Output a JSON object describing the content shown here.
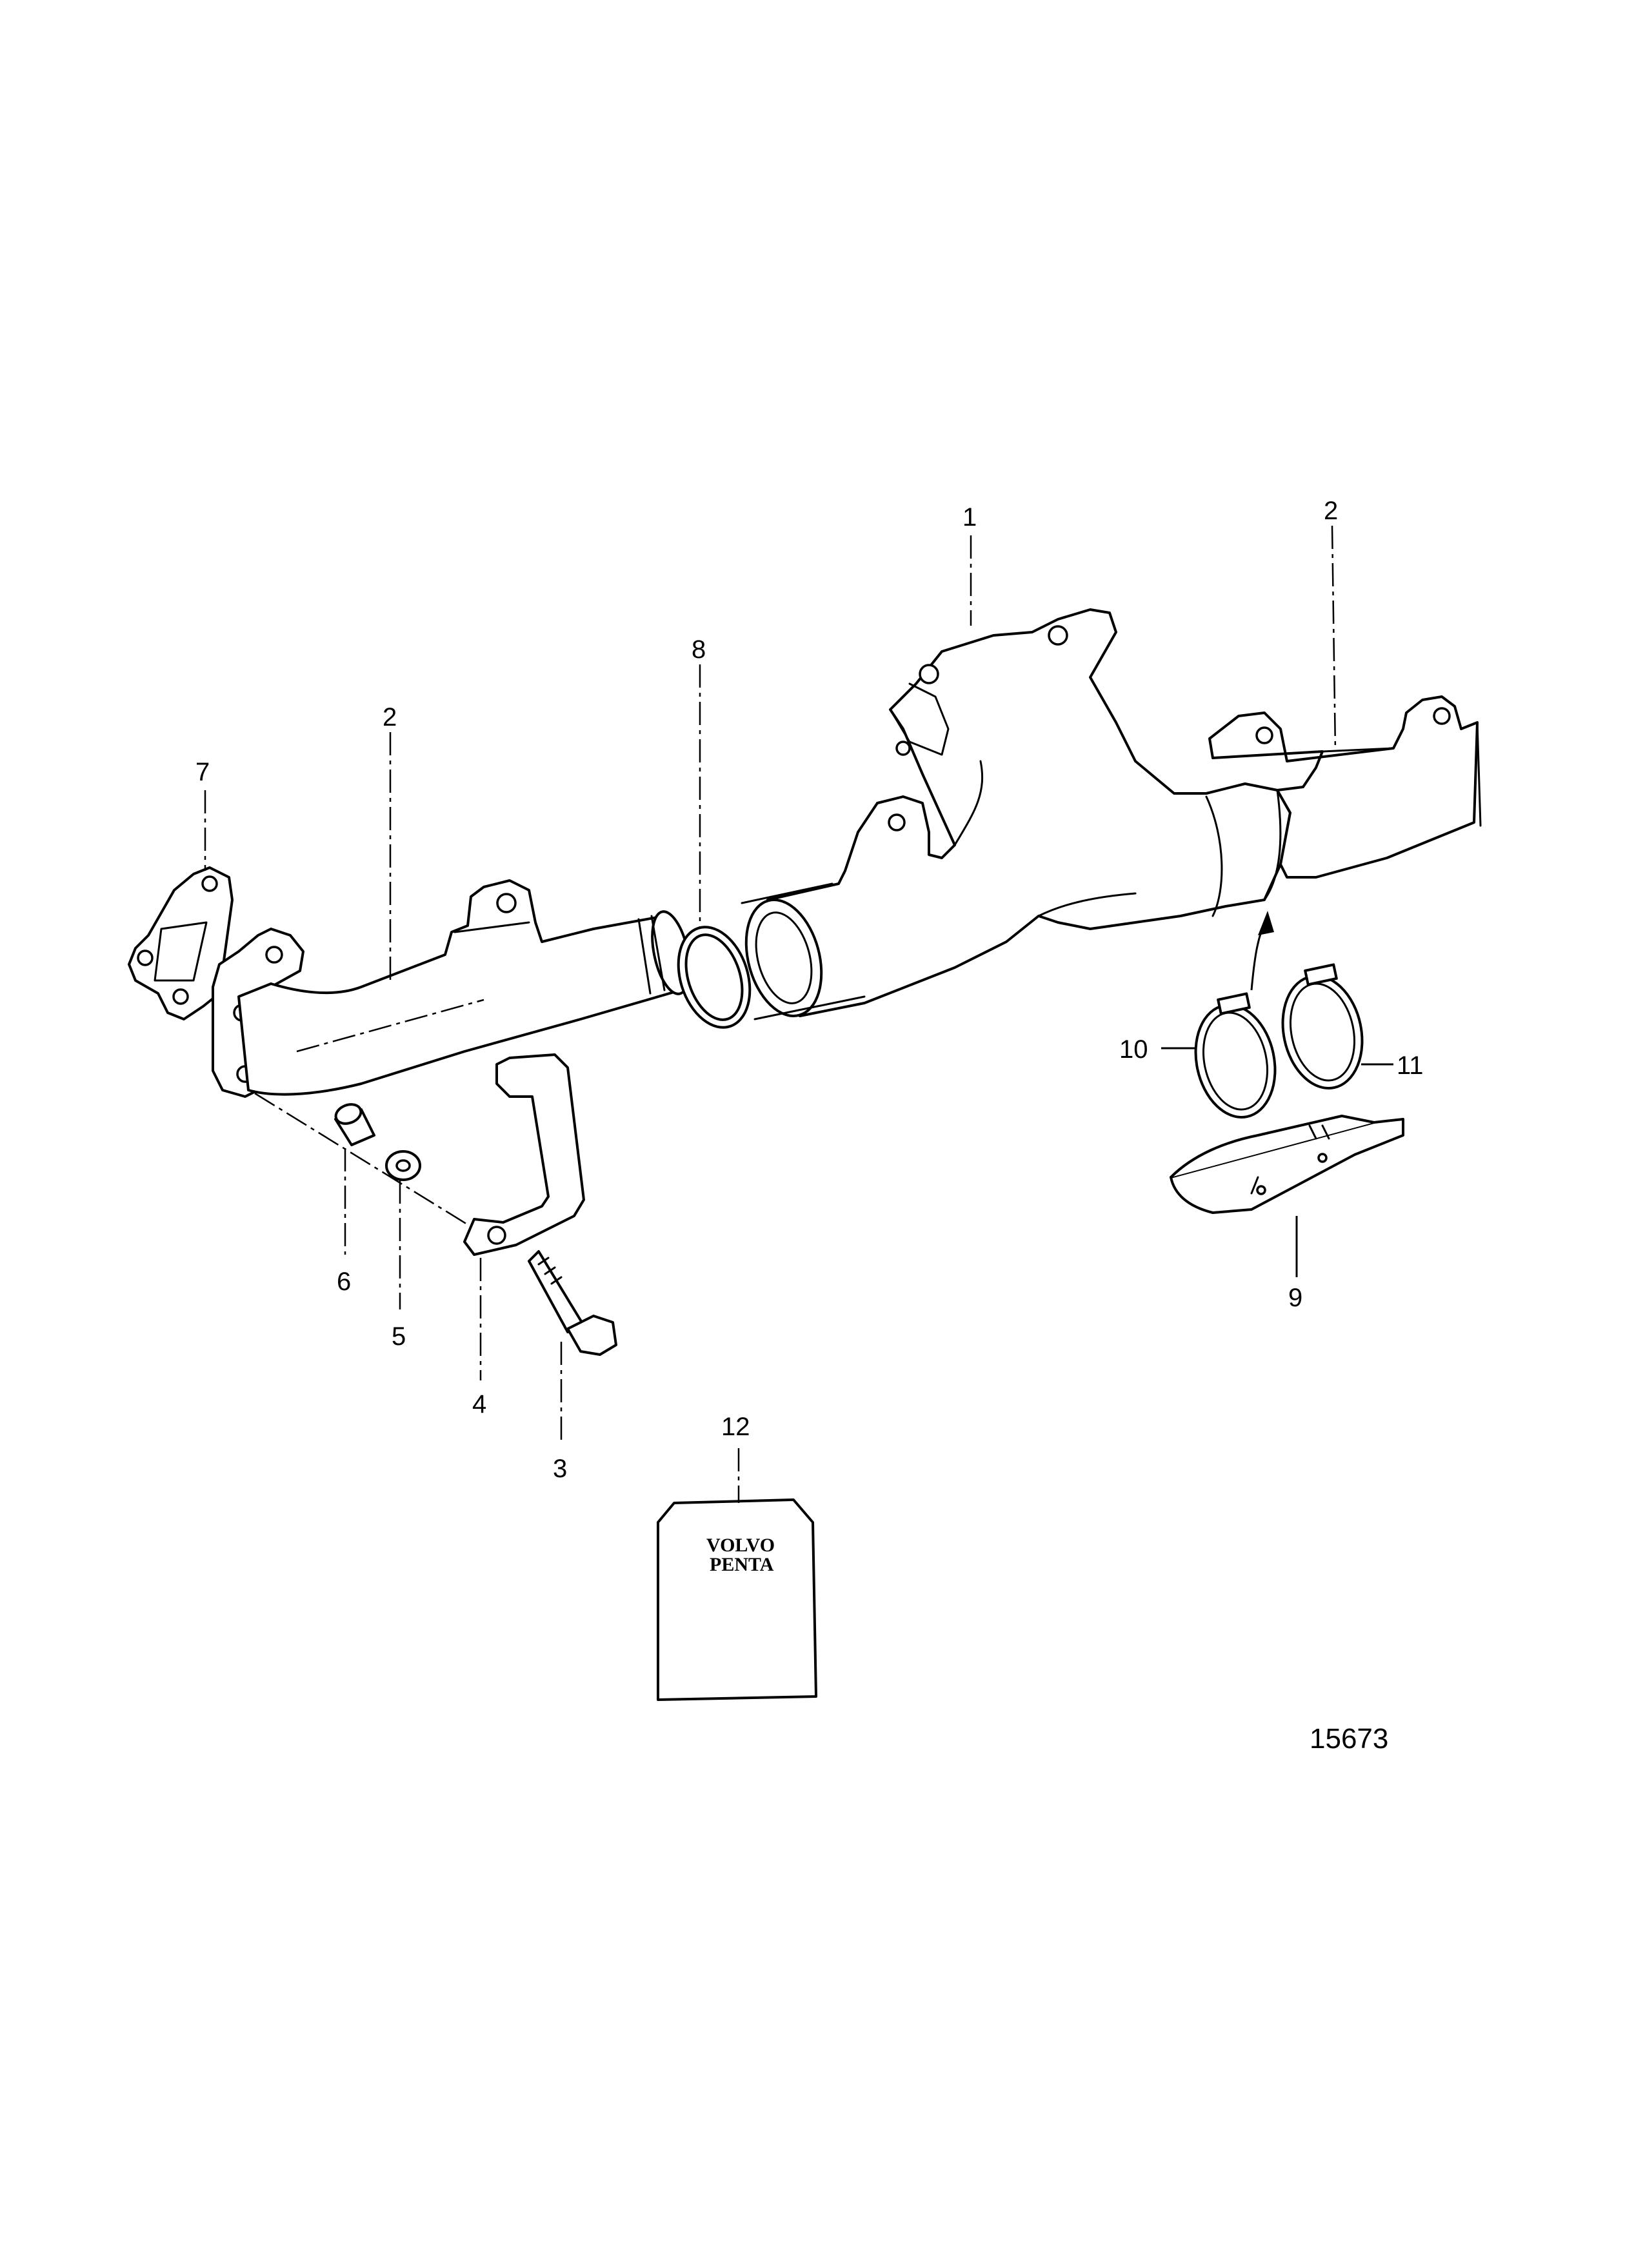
{
  "diagram": {
    "drawing_number": "15673",
    "callouts": [
      {
        "id": "item-1",
        "label": "1"
      },
      {
        "id": "item-2a",
        "label": "2"
      },
      {
        "id": "item-2b",
        "label": "2"
      },
      {
        "id": "item-3",
        "label": "3"
      },
      {
        "id": "item-4",
        "label": "4"
      },
      {
        "id": "item-5",
        "label": "5"
      },
      {
        "id": "item-6",
        "label": "6"
      },
      {
        "id": "item-7",
        "label": "7"
      },
      {
        "id": "item-8",
        "label": "8"
      },
      {
        "id": "item-9",
        "label": "9"
      },
      {
        "id": "item-10",
        "label": "10"
      },
      {
        "id": "item-11",
        "label": "11"
      },
      {
        "id": "item-12",
        "label": "12"
      }
    ],
    "kit_label": {
      "line1": "VOLVO",
      "line2": "PENTA"
    }
  }
}
